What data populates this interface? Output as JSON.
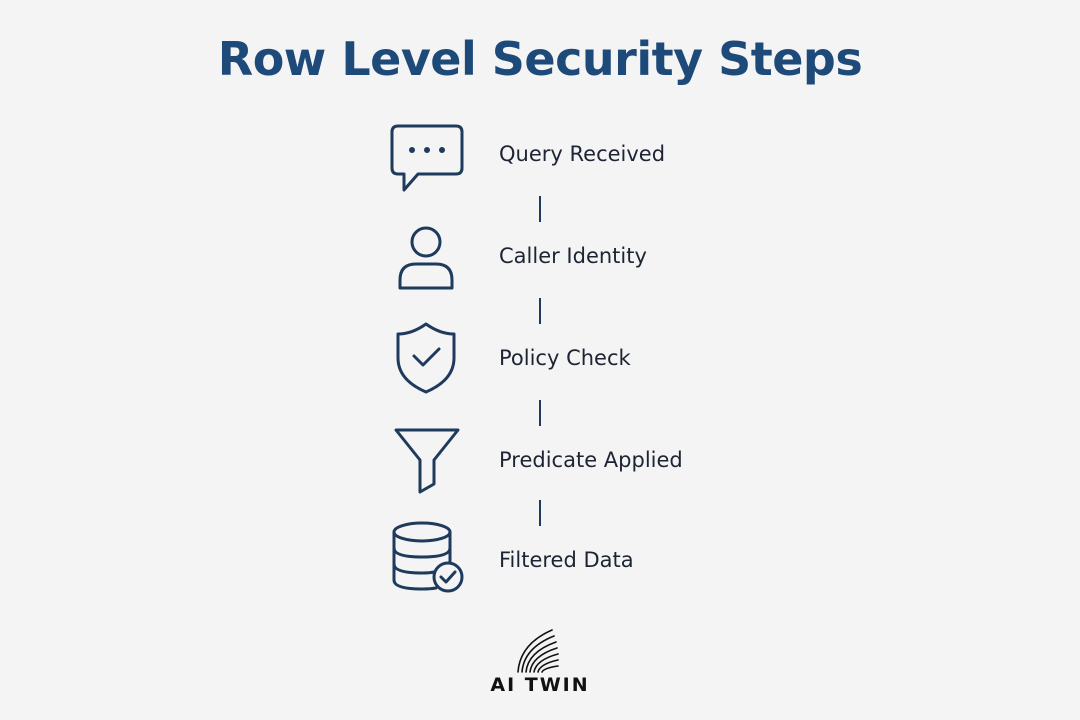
{
  "title": "Row Level Security Steps",
  "steps": [
    {
      "label": "Query Received",
      "icon": "chat-bubble-icon"
    },
    {
      "label": "Caller Identity",
      "icon": "user-icon"
    },
    {
      "label": "Policy Check",
      "icon": "shield-check-icon"
    },
    {
      "label": "Predicate Applied",
      "icon": "funnel-icon"
    },
    {
      "label": "Filtered Data",
      "icon": "database-check-icon"
    }
  ],
  "logo": {
    "text": "AI TWIN"
  },
  "colors": {
    "accent": "#1e4a7a",
    "icon_stroke": "#1e3a5c",
    "background": "#f4f4f4"
  }
}
